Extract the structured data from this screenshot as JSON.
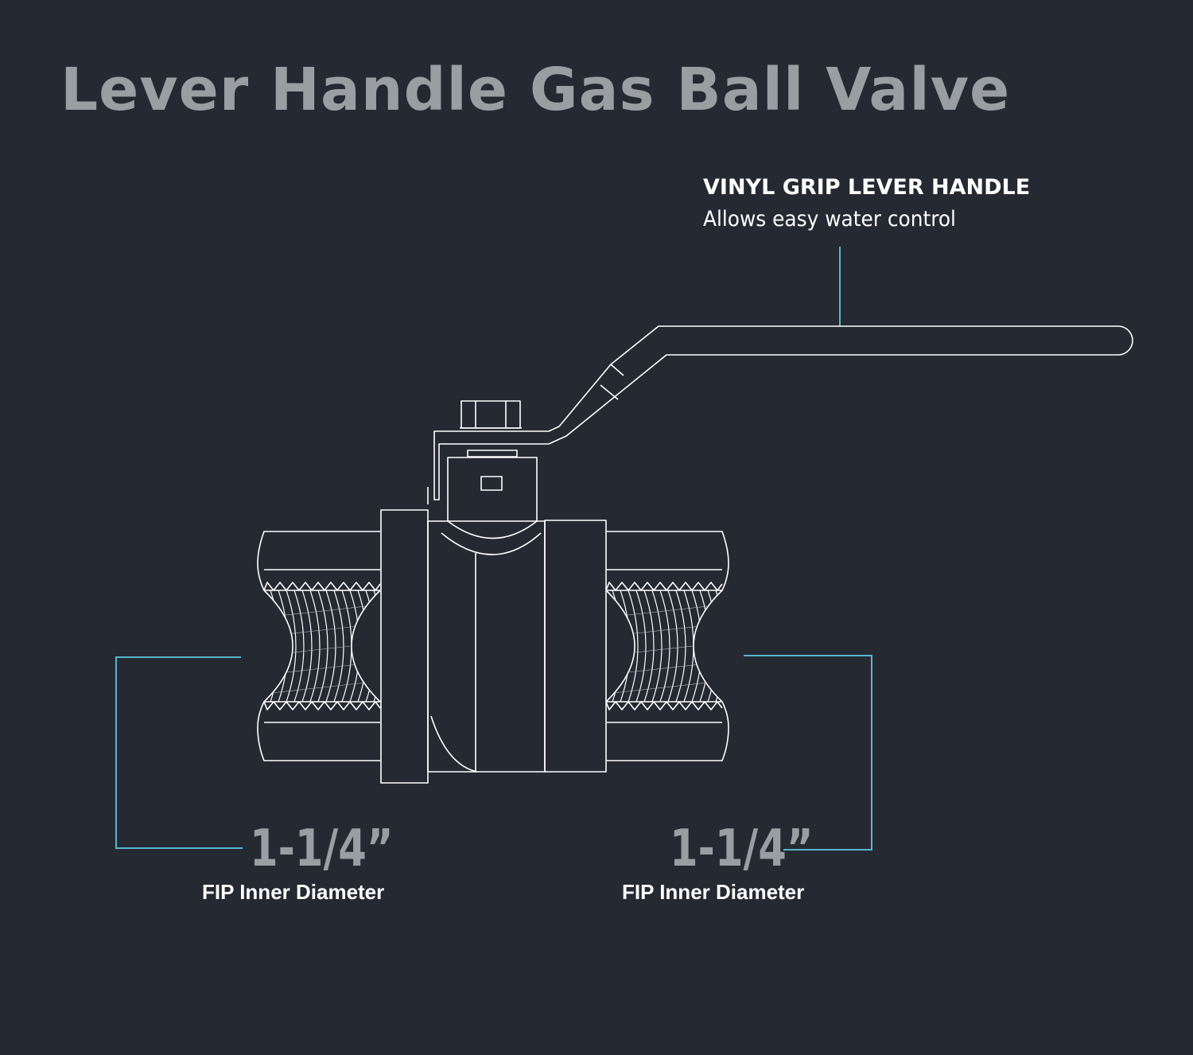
{
  "title": "Lever Handle Gas Ball Valve",
  "handle_callout": {
    "heading": "VINYL GRIP LEVER HANDLE",
    "description": "Allows easy water control"
  },
  "left_port": {
    "size": "1-1/4”",
    "label": "FIP Inner Diameter"
  },
  "right_port": {
    "size": "1-1/4”",
    "label": "FIP Inner Diameter"
  },
  "colors": {
    "background": "#252932",
    "outline": "#ffffff",
    "accent": "#5ab6cf",
    "title": "#9a9ea3"
  }
}
